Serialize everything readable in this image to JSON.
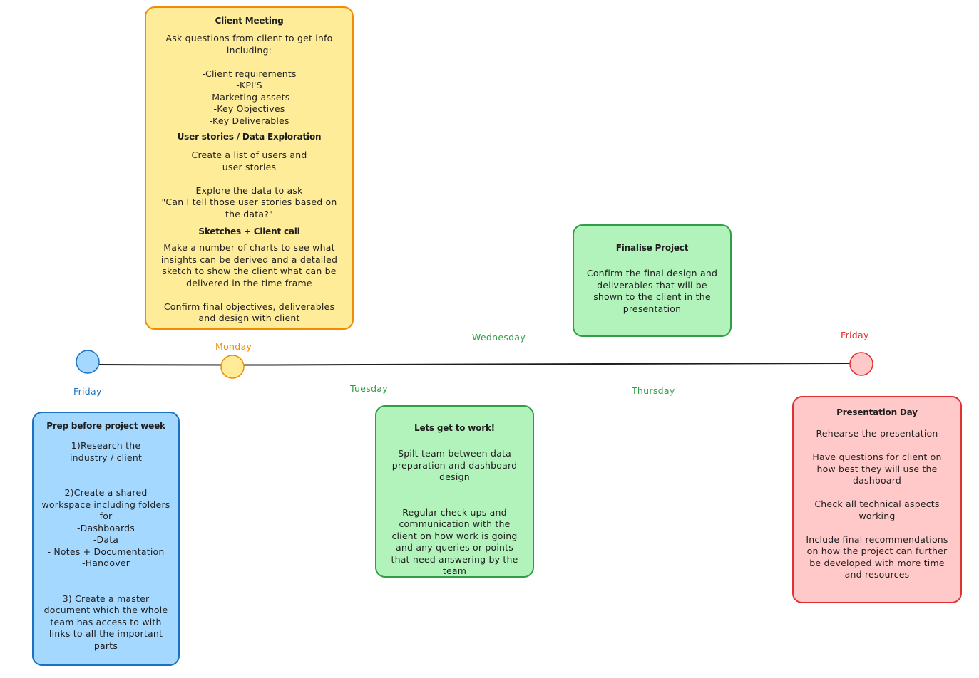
{
  "timeline": {
    "days": [
      {
        "label": "Friday",
        "color": "#1971c2"
      },
      {
        "label": "Monday",
        "color": "#f08c00"
      },
      {
        "label": "Tuesday",
        "color": "#2f9e44"
      },
      {
        "label": "Wednesday",
        "color": "#2f9e44"
      },
      {
        "label": "Thursday",
        "color": "#2f9e44"
      },
      {
        "label": "Friday",
        "color": "#e03131"
      }
    ],
    "colors": {
      "line": "#1e1e1e",
      "start_fill": "#a5d8ff",
      "start_stroke": "#1971c2",
      "monday_fill": "#ffec99",
      "monday_stroke": "#f08c00",
      "end_fill": "#ffc9c9",
      "end_stroke": "#e03131"
    }
  },
  "cards": {
    "client": {
      "section1_title": "Client Meeting",
      "section1_body": "Ask questions from client to get info including:\n\n-Client requirements\n-KPI'S\n-Marketing assets\n-Key Objectives\n-Key Deliverables",
      "section2_title": "User stories / Data Exploration",
      "section2_body": "Create a list of users and\nuser stories\n\nExplore the data to ask\n\"Can I tell those user stories based on the data?\"",
      "section3_title": "Sketches + Client call",
      "section3_body": "Make a number of charts to see what insights can be derived and a detailed sketch to show the client what can be delivered in the time frame\n\nConfirm final objectives, deliverables and design with client"
    },
    "finalise": {
      "title": "Finalise Project",
      "body": "Confirm the final design and deliverables that will be shown to the client in the presentation"
    },
    "prep": {
      "title": "Prep before project week",
      "body": "1)Research the\nindustry / client\n\n\n2)Create a shared workspace including folders for\n-Dashboards\n-Data\n- Notes + Documentation\n-Handover\n\n\n3) Create a master document which the whole team has access to with links to all the important parts"
    },
    "work": {
      "title": "Lets get to work!",
      "body": "Spilt team between data preparation and dashboard design\n\n\nRegular check ups and communication with the client on how work is going and any queries or points that need answering by the team"
    },
    "presentation": {
      "title": "Presentation Day",
      "body": "Rehearse the presentation\n\nHave questions for client on how best they will use the dashboard\n\nCheck all technical aspects working\n\nInclude final recommendations on how the project can further be developed with more time and resources"
    }
  }
}
